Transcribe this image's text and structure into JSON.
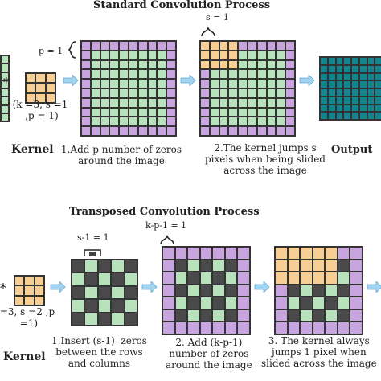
{
  "colors": {
    "pad": "#c9a5df",
    "image": "#b8e2bb",
    "kernel": "#f7cf95",
    "output": "#14858f",
    "zero": "#4a4a4a",
    "arrow": "#9fd4f2"
  },
  "standard": {
    "title": "Standard Convolution Process",
    "star": "*",
    "kernel_params": "(k =3, s =1\n ,p = 1)",
    "kernel_label": "Kernel",
    "p_label": "p = 1",
    "s_label": "s = 1",
    "step1": "1.Add p number of zeros\naround the image",
    "step2": "2.The kernel jumps s\npixels when being slided\nacross the image",
    "output_label": "Output"
  },
  "transposed": {
    "title": "Transposed Convolution Process",
    "star": "*",
    "kernel_params": "=3, s =2 ,p\n =1)",
    "kernel_label": "Kernel",
    "s1_label": "s-1 = 1",
    "kp1_label": "k-p-1 = 1",
    "step1": "1.Insert (s-1)  zeros\nbetween the rows\nand columns",
    "step2": "2. Add (k-p-1)\nnumber of zeros\naround the image",
    "step3": "3. The kernel always\njumps 1 pixel when\nslided across the image"
  }
}
